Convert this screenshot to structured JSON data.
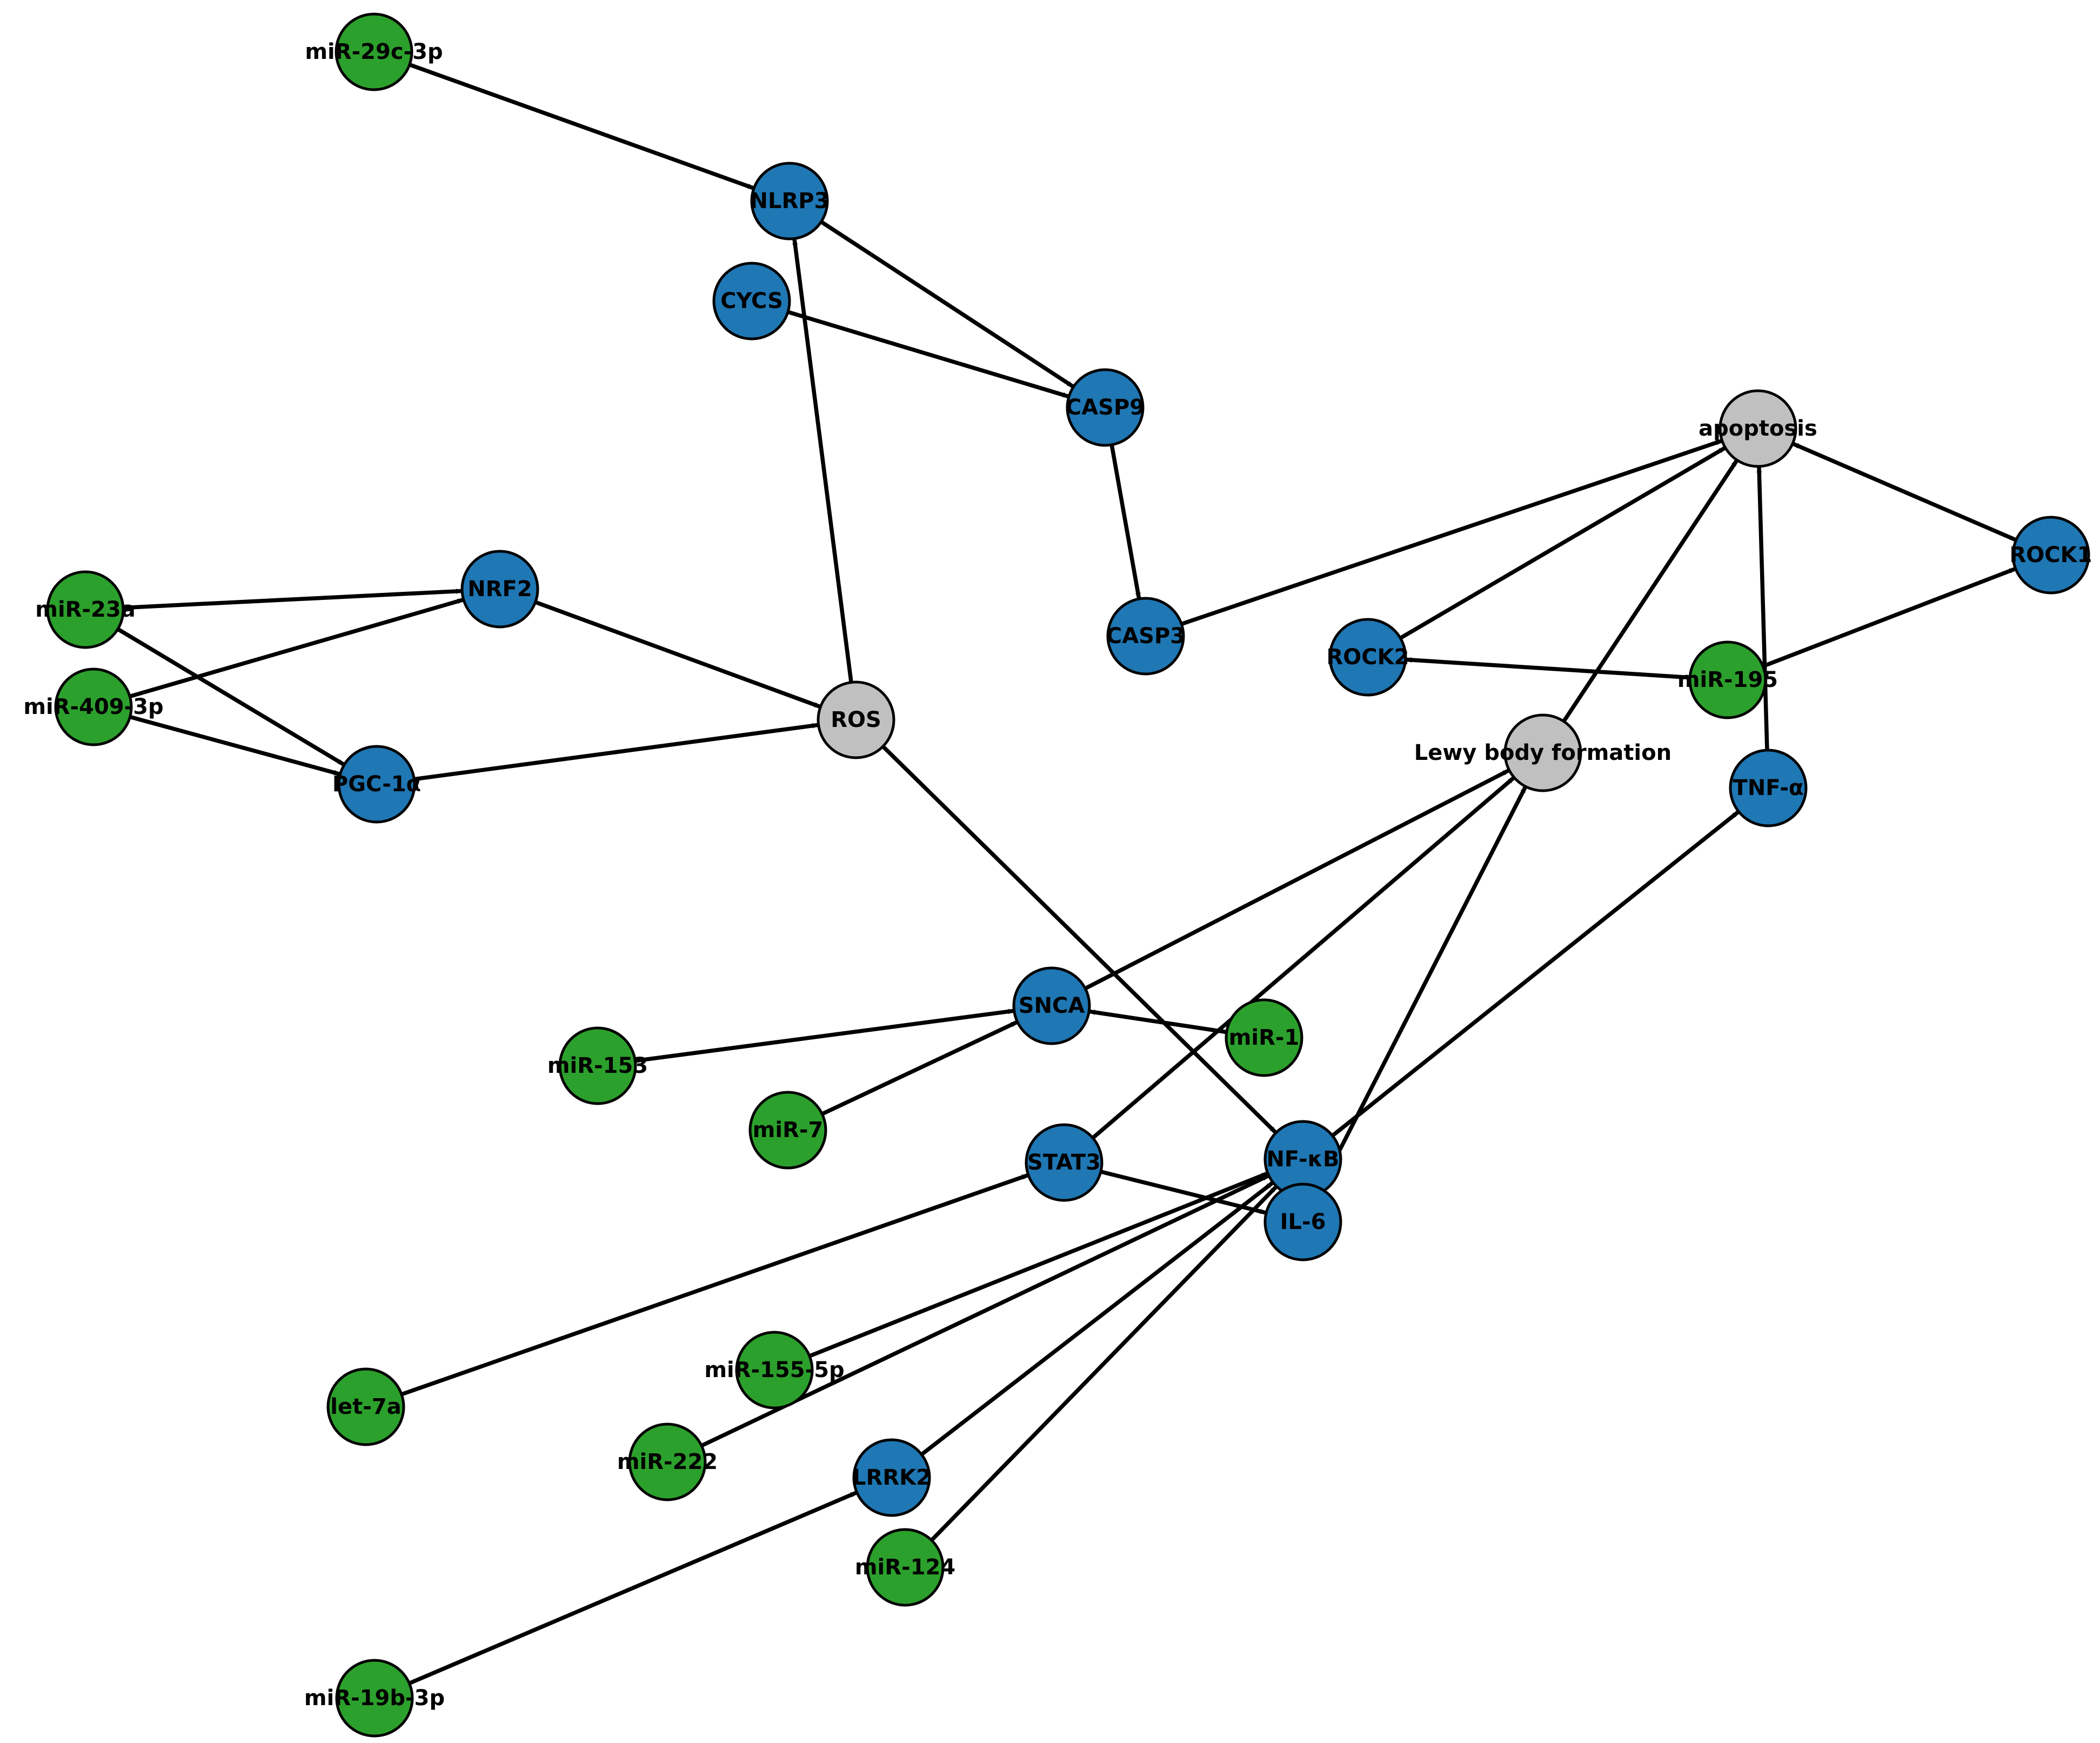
{
  "colors": {
    "mirna": "#2ca02c",
    "gene": "#1f77b4",
    "process": "#c0c0c0",
    "edge": "#000000"
  },
  "nodes": [
    {
      "id": "miR-29c-3p",
      "label": "miR-29c-3p",
      "kind": "mirna"
    },
    {
      "id": "NLRP3",
      "label": "NLRP3",
      "kind": "gene"
    },
    {
      "id": "CYCS",
      "label": "CYCS",
      "kind": "gene"
    },
    {
      "id": "CASP9",
      "label": "CASP9",
      "kind": "gene"
    },
    {
      "id": "apoptosis",
      "label": "apoptosis",
      "kind": "process"
    },
    {
      "id": "ROCK1",
      "label": "ROCK1",
      "kind": "gene"
    },
    {
      "id": "miR-23a",
      "label": "miR-23a",
      "kind": "mirna"
    },
    {
      "id": "NRF2",
      "label": "NRF2",
      "kind": "gene"
    },
    {
      "id": "CASP3",
      "label": "CASP3",
      "kind": "gene"
    },
    {
      "id": "ROCK2",
      "label": "ROCK2",
      "kind": "gene"
    },
    {
      "id": "miR-195",
      "label": "miR-195",
      "kind": "mirna"
    },
    {
      "id": "miR-409-3p",
      "label": "miR-409-3p",
      "kind": "mirna"
    },
    {
      "id": "ROS",
      "label": "ROS",
      "kind": "process"
    },
    {
      "id": "Lewy body formation",
      "label": "Lewy body formation",
      "kind": "process"
    },
    {
      "id": "PGC-1a",
      "label": "PGC-1α",
      "kind": "gene"
    },
    {
      "id": "TNF-a",
      "label": "TNF-α",
      "kind": "gene"
    },
    {
      "id": "SNCA",
      "label": "SNCA",
      "kind": "gene"
    },
    {
      "id": "miR-1",
      "label": "miR-1",
      "kind": "mirna"
    },
    {
      "id": "miR-153",
      "label": "miR-153",
      "kind": "mirna"
    },
    {
      "id": "miR-7",
      "label": "miR-7",
      "kind": "mirna"
    },
    {
      "id": "STAT3",
      "label": "STAT3",
      "kind": "gene"
    },
    {
      "id": "NF-kB",
      "label": "NF-κB",
      "kind": "gene"
    },
    {
      "id": "IL-6",
      "label": "IL-6",
      "kind": "gene"
    },
    {
      "id": "miR-155-5p",
      "label": "miR-155-5p",
      "kind": "mirna"
    },
    {
      "id": "let-7a",
      "label": "let-7a",
      "kind": "mirna"
    },
    {
      "id": "miR-222",
      "label": "miR-222",
      "kind": "mirna"
    },
    {
      "id": "LRRK2",
      "label": "LRRK2",
      "kind": "gene"
    },
    {
      "id": "miR-124",
      "label": "miR-124",
      "kind": "mirna"
    },
    {
      "id": "miR-19b-3p",
      "label": "miR-19b-3p",
      "kind": "mirna"
    }
  ],
  "edges": [
    {
      "source": "miR-29c-3p",
      "target": "NLRP3"
    },
    {
      "source": "NLRP3",
      "target": "CASP9"
    },
    {
      "source": "CYCS",
      "target": "CASP9"
    },
    {
      "source": "CASP9",
      "target": "CASP3"
    },
    {
      "source": "CASP3",
      "target": "apoptosis"
    },
    {
      "source": "ROCK2",
      "target": "apoptosis"
    },
    {
      "source": "ROCK1",
      "target": "apoptosis"
    },
    {
      "source": "TNF-a",
      "target": "apoptosis"
    },
    {
      "source": "Lewy body formation",
      "target": "apoptosis"
    },
    {
      "source": "miR-195",
      "target": "ROCK1"
    },
    {
      "source": "miR-195",
      "target": "ROCK2"
    },
    {
      "source": "miR-23a",
      "target": "NRF2"
    },
    {
      "source": "miR-23a",
      "target": "PGC-1a"
    },
    {
      "source": "miR-409-3p",
      "target": "NRF2"
    },
    {
      "source": "miR-409-3p",
      "target": "PGC-1a"
    },
    {
      "source": "NRF2",
      "target": "ROS"
    },
    {
      "source": "PGC-1a",
      "target": "ROS"
    },
    {
      "source": "ROS",
      "target": "NLRP3"
    },
    {
      "source": "ROS",
      "target": "NF-kB"
    },
    {
      "source": "SNCA",
      "target": "Lewy body formation"
    },
    {
      "source": "STAT3",
      "target": "Lewy body formation"
    },
    {
      "source": "IL-6",
      "target": "Lewy body formation"
    },
    {
      "source": "NF-kB",
      "target": "TNF-a"
    },
    {
      "source": "miR-153",
      "target": "SNCA"
    },
    {
      "source": "miR-7",
      "target": "SNCA"
    },
    {
      "source": "miR-1",
      "target": "SNCA"
    },
    {
      "source": "STAT3",
      "target": "IL-6"
    },
    {
      "source": "let-7a",
      "target": "STAT3"
    },
    {
      "source": "miR-155-5p",
      "target": "NF-kB"
    },
    {
      "source": "miR-222",
      "target": "NF-kB"
    },
    {
      "source": "LRRK2",
      "target": "NF-kB"
    },
    {
      "source": "miR-124",
      "target": "NF-kB"
    },
    {
      "source": "miR-19b-3p",
      "target": "LRRK2"
    }
  ]
}
